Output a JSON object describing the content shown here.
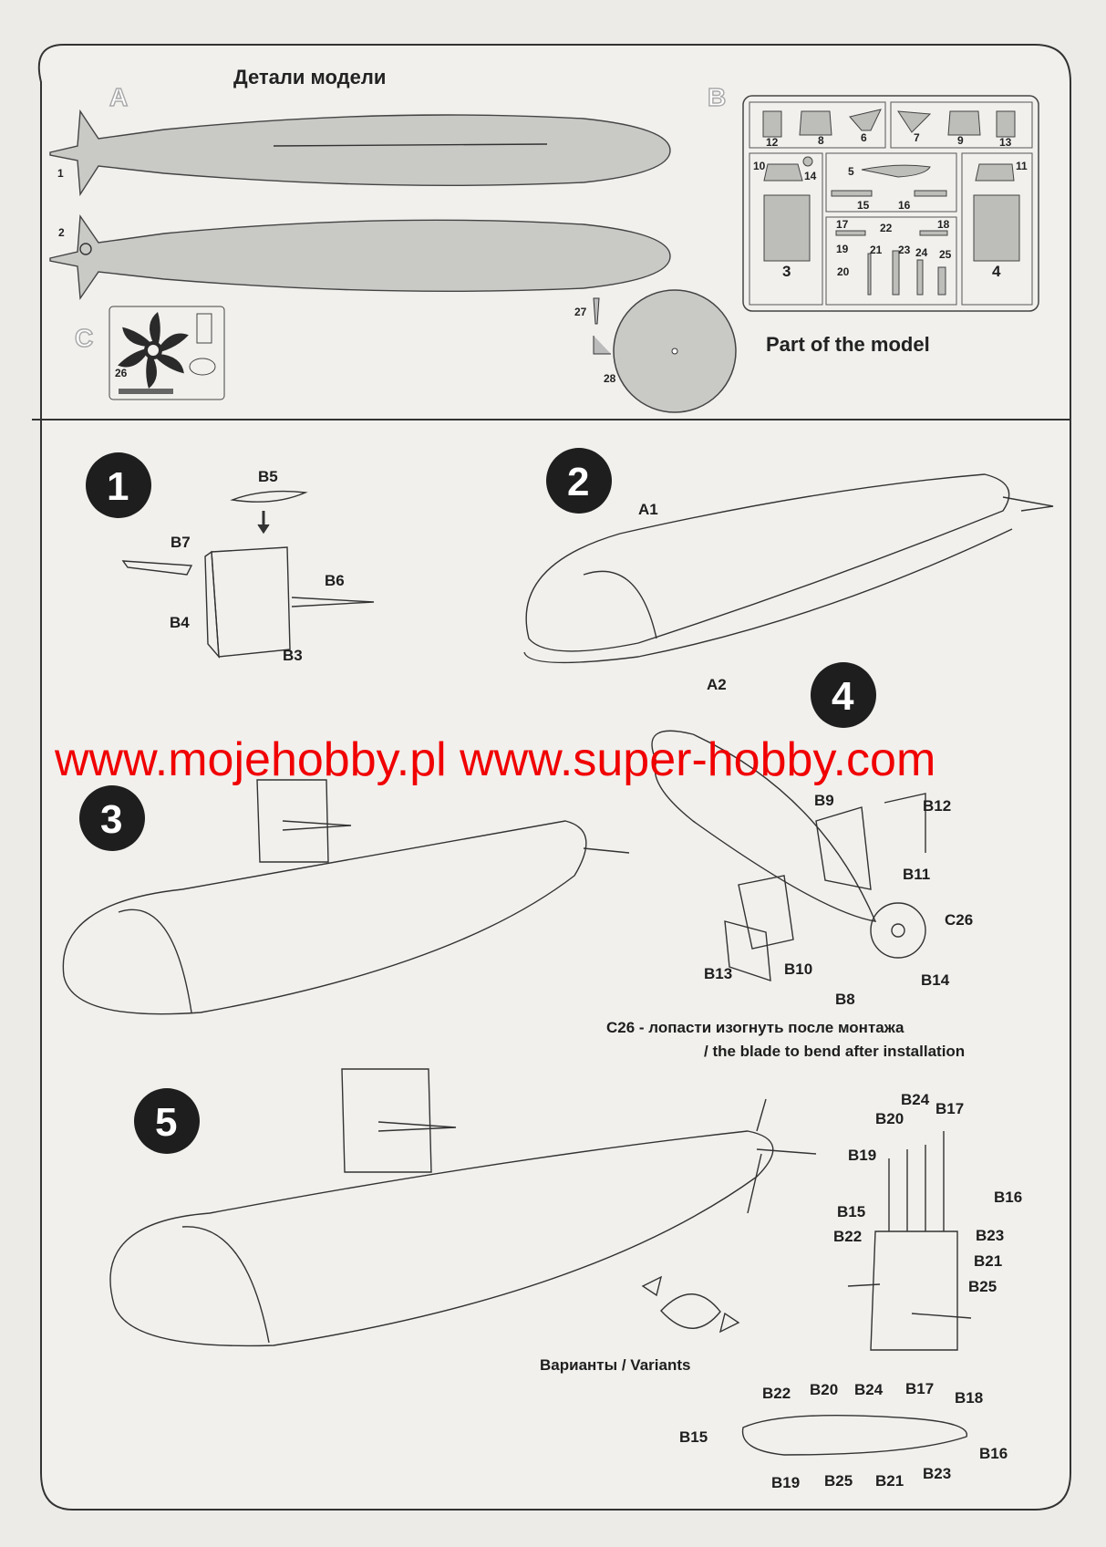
{
  "header": {
    "title_ru": "Детали модели",
    "part_of_model": "Part of the model"
  },
  "sections": {
    "a": "A",
    "b": "B",
    "c": "C"
  },
  "hull_parts": [
    "1",
    "2"
  ],
  "sprue_b_numbers": [
    "12",
    "8",
    "6",
    "7",
    "9",
    "13",
    "10",
    "14",
    "5",
    "11",
    "15",
    "16",
    "17",
    "22",
    "18",
    "19",
    "21",
    "23",
    "24",
    "25",
    "20",
    "3",
    "4"
  ],
  "fret_c_number": "26",
  "disc_parts": [
    "27",
    "28"
  ],
  "steps": [
    "1",
    "2",
    "3",
    "4",
    "5"
  ],
  "step1_labels": {
    "b5": "B5",
    "b7": "B7",
    "b6": "B6",
    "b4": "B4",
    "b3": "B3"
  },
  "step2_labels": {
    "a1": "A1",
    "a2": "A2"
  },
  "step4_labels": {
    "b9": "B9",
    "b12": "B12",
    "b11": "B11",
    "c26": "C26",
    "b13": "B13",
    "b10": "B10",
    "b14": "B14",
    "b8": "B8"
  },
  "step4_note": {
    "ru": "C26 - лопасти изогнуть после монтажа",
    "en": "/  the blade to bend after installation"
  },
  "step5_labels": {
    "b24": "B24",
    "b17": "B17",
    "b20": "B20",
    "b19": "B19",
    "b16": "B16",
    "b15": "B15",
    "b22": "B22",
    "b23": "B23",
    "b21": "B21",
    "b25": "B25"
  },
  "variants_label": "Варианты / Variants",
  "plan_labels": {
    "b22": "B22",
    "b20": "B20",
    "b24": "B24",
    "b17": "B17",
    "b18": "B18",
    "b15": "B15",
    "b16": "B16",
    "b19": "B19",
    "b25": "B25",
    "b21": "B21",
    "b23": "B23"
  },
  "watermark": "www.mojehobby.pl www.super-hobby.com"
}
